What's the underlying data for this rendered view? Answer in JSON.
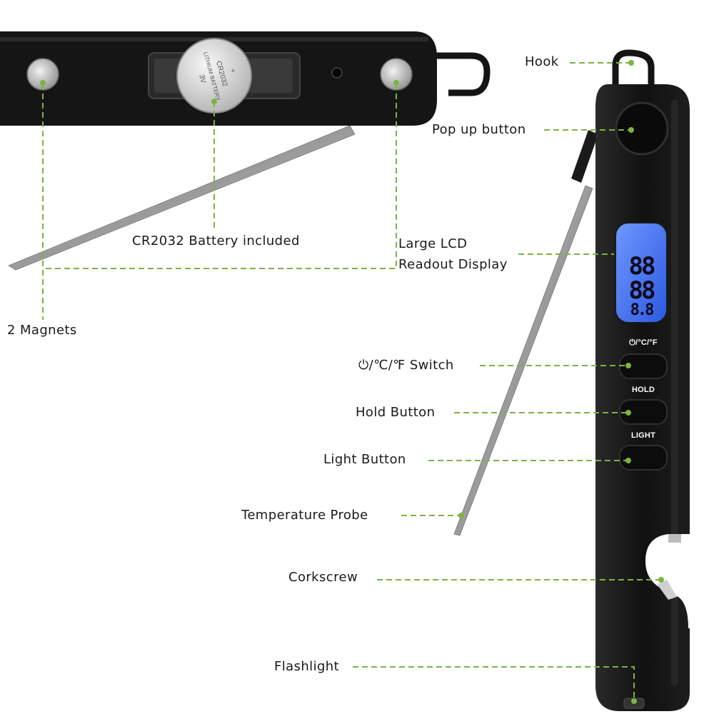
{
  "labels": {
    "hook": "Hook",
    "popup": "Pop up button",
    "battery": "CR2032 Battery included",
    "lcd_line1": "Large LCD",
    "lcd_line2": "Readout Display",
    "magnets": "2 Magnets",
    "switch": "⏻/℃/℉ Switch",
    "hold": "Hold Button",
    "light": "Light Button",
    "probe": "Temperature Probe",
    "corkscrew": "Corkscrew",
    "flashlight": "Flashlight"
  },
  "device": {
    "btn_switch": "⏻/°C/°F",
    "btn_hold": "HOLD",
    "btn_light": "LIGHT",
    "lcd_top": "88",
    "lcd_mid": "88",
    "lcd_bottom": "8.8",
    "battery_line1": "CR2032",
    "battery_line2": "LITHIUM BATTERY",
    "battery_line3": "3V",
    "battery_plus": "+"
  },
  "colors": {
    "leader": "#7cb342",
    "body": "#111111",
    "lcd": "#3d6ff0"
  }
}
